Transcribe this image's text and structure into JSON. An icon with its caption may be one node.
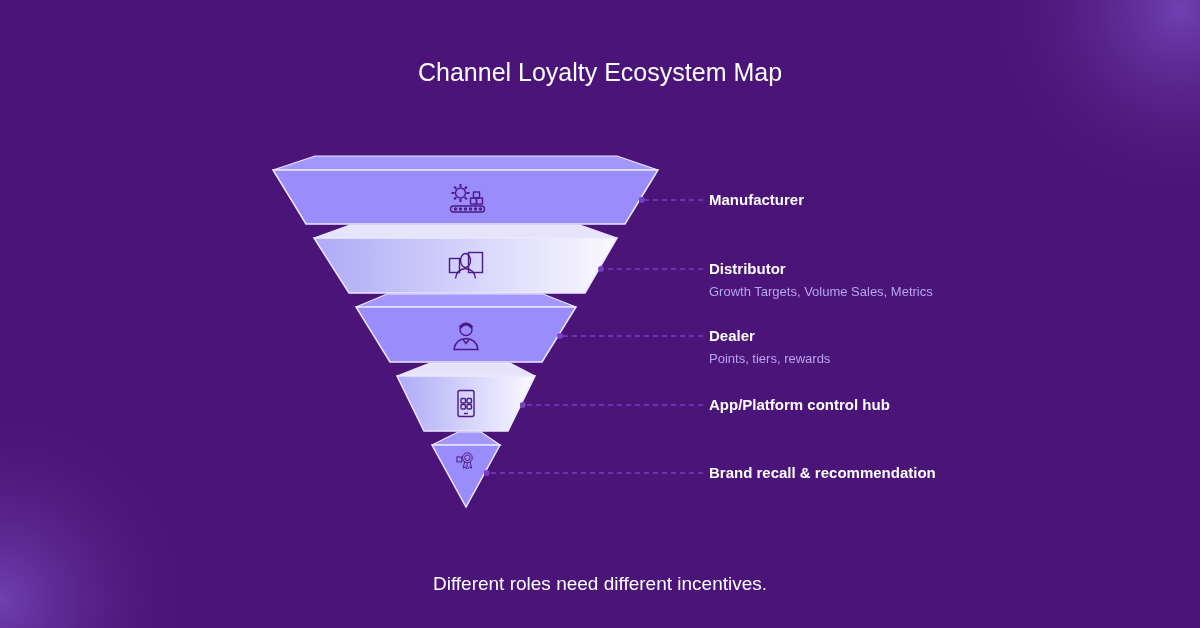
{
  "diagram": {
    "title": "Channel Loyalty Ecosystem Map",
    "caption": "Different roles need different incentives.",
    "nodes": [
      {
        "text": [],
        "shape": "trapezoid"
      },
      {
        "text": [],
        "shape": "trapezoid"
      },
      {
        "text": [],
        "shape": "trapezoid"
      },
      {
        "text": [],
        "shape": "trapezoid"
      },
      {
        "text": [],
        "shape": "triangle"
      },
      {
        "text": [
          "Manufacturer"
        ]
      },
      {
        "text": [
          "Distributor",
          "Growth Targets, Volume Sales, Metrics"
        ]
      },
      {
        "text": [
          "Dealer",
          "Points, tiers, rewards"
        ]
      },
      {
        "text": [
          "App/Platform control hub"
        ]
      },
      {
        "text": [
          "Brand recall & recommendation"
        ]
      }
    ],
    "edges": [
      {
        "from": 5,
        "to": 0,
        "arrow": "other",
        "style": "dashed"
      },
      {
        "from": 6,
        "to": 1,
        "arrow": "other",
        "style": "dashed"
      },
      {
        "from": 7,
        "to": 2,
        "arrow": "other",
        "style": "dashed"
      },
      {
        "from": 8,
        "to": 3,
        "arrow": "other",
        "style": "dashed"
      },
      {
        "from": 9,
        "to": 4,
        "arrow": "other",
        "style": "dashed"
      }
    ]
  }
}
